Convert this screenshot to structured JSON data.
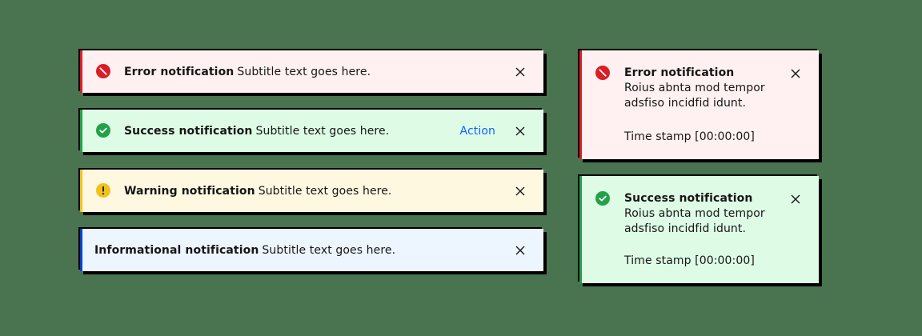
{
  "colors": {
    "background": "#4a7350",
    "error": "#da1e28",
    "success": "#24a148",
    "warning": "#f1c21b",
    "info": "#0043ce",
    "action_link": "#0f62fe"
  },
  "inline_notifications": [
    {
      "kind": "error",
      "icon": "error-filled-icon",
      "title": "Error notification",
      "subtitle": "Subtitle text goes here.",
      "close_icon": "close-icon"
    },
    {
      "kind": "success",
      "icon": "checkmark-filled-icon",
      "title": "Success notification",
      "subtitle": "Subtitle text goes here.",
      "action_label": "Action",
      "close_icon": "close-icon"
    },
    {
      "kind": "warning",
      "icon": "warning-filled-icon",
      "title": "Warning notification",
      "subtitle": "Subtitle text goes here.",
      "close_icon": "close-icon"
    },
    {
      "kind": "info",
      "title": "Informational notification",
      "subtitle": "Subtitle text goes here.",
      "close_icon": "close-icon"
    }
  ],
  "toast_notifications": [
    {
      "kind": "error",
      "icon": "error-filled-icon",
      "title": "Error notification",
      "subtitle": "Roius abnta mod tempor adsfiso incidfid idunt.",
      "caption": "Time stamp [00:00:00]",
      "close_icon": "close-icon"
    },
    {
      "kind": "success",
      "icon": "checkmark-filled-icon",
      "title": "Success notification",
      "subtitle": "Roius abnta mod tempor adsfiso incidfid idunt.",
      "caption": "Time stamp [00:00:00]",
      "close_icon": "close-icon"
    }
  ]
}
